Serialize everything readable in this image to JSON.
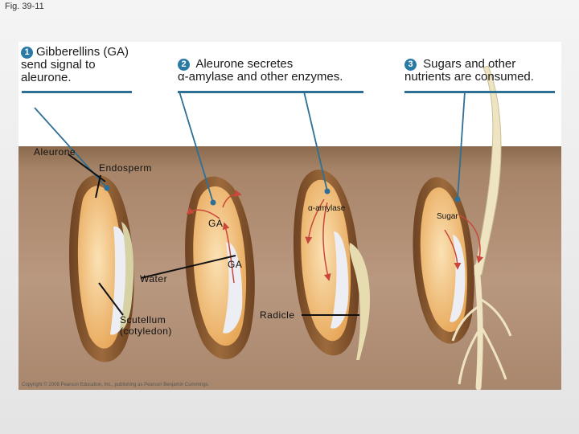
{
  "figure_label": "Fig. 39-11",
  "steps": [
    {
      "number": "1",
      "text_line1": "Gibberellins (GA)",
      "text_line2": "send signal to",
      "text_line3": "aleurone."
    },
    {
      "number": "2",
      "text_line1": "Aleurone secretes",
      "text_line2": "α-amylase and other enzymes."
    },
    {
      "number": "3",
      "text_line1": "Sugars and other",
      "text_line2": "nutrients are consumed."
    }
  ],
  "labels": {
    "aleurone": "Aleurone",
    "endosperm": "Endosperm",
    "ga_1": "GA",
    "ga_2": "GA",
    "alpha_amylase": "α-amylase",
    "sugar": "Sugar",
    "water": "Water",
    "scutellum_line1": "Scutellum",
    "scutellum_line2": "(cotyledon)",
    "radicle": "Radicle"
  },
  "copyright": "Copyright © 2008 Pearson Education, Inc., publishing as Pearson Benjamin Cummings.",
  "colors": {
    "accent_blue": "#2e6f96",
    "arrow_red": "#c9473a",
    "seed_coat": "#8b5a2b",
    "endosperm": "#f4c98a",
    "soil": "#b99880"
  }
}
